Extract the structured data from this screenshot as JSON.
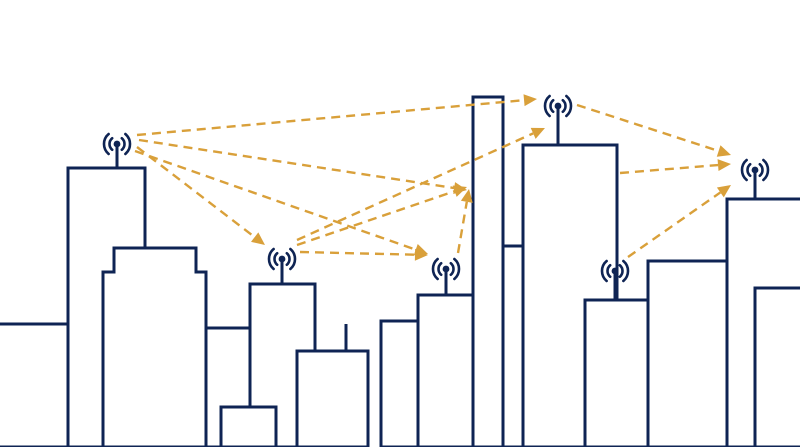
{
  "colors": {
    "building": "#0f2454",
    "link": "#d9a03a",
    "background": "#ffffff"
  },
  "icons": {
    "tower": "antenna-tower-icon",
    "arrow": "arrowhead-icon"
  },
  "towers": [
    {
      "id": "t1"
    },
    {
      "id": "t2"
    },
    {
      "id": "t3"
    },
    {
      "id": "t4"
    },
    {
      "id": "t5"
    },
    {
      "id": "t6"
    }
  ],
  "links": [
    {
      "from": "t1",
      "to": "t4"
    },
    {
      "from": "t1",
      "to": "hub"
    },
    {
      "from": "t1",
      "to": "t2"
    },
    {
      "from": "t1",
      "to": "t3"
    },
    {
      "from": "t2",
      "to": "hub"
    },
    {
      "from": "t2",
      "to": "t4"
    },
    {
      "from": "t2",
      "to": "t3"
    },
    {
      "from": "t3",
      "to": "hub"
    },
    {
      "from": "t4",
      "to": "t5"
    },
    {
      "from": "t4",
      "to": "t6"
    },
    {
      "from": "t6",
      "to": "t5"
    }
  ]
}
